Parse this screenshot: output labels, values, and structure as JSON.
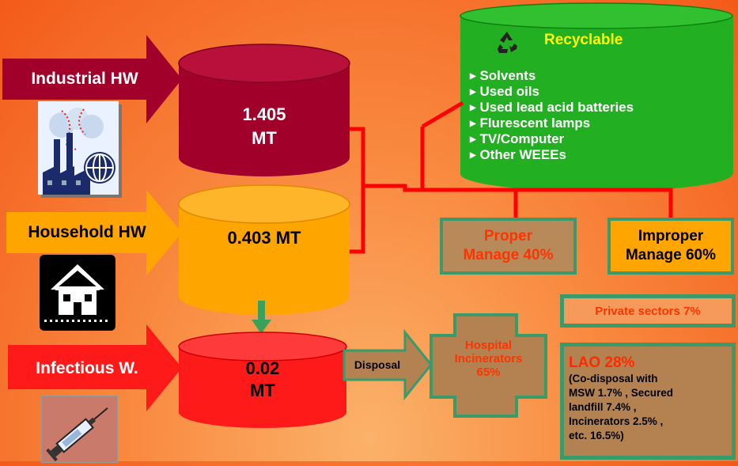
{
  "sources": {
    "industrial": {
      "label": "Industrial HW",
      "amount_line1": "1.405",
      "amount_line2": "MT",
      "icon": "factory-globe-icon"
    },
    "household": {
      "label": "Household HW",
      "amount": "0.403 MT",
      "icon": "house-icon"
    },
    "infectious": {
      "label": "Infectious W.",
      "amount_line1": "0.02",
      "amount_line2": "MT",
      "icon": "syringe-icon"
    }
  },
  "recyclable": {
    "title": "Recyclable",
    "icon": "recycle-icon",
    "items": [
      "Solvents",
      "Used oils",
      "Used lead acid batteries",
      "Flurescent lamps",
      "TV/Computer",
      "Other WEEEs"
    ]
  },
  "management": {
    "proper": {
      "line1": "Proper",
      "line2": "Manage 40%"
    },
    "improper": {
      "line1": "Improper",
      "line2": "Manage 60%"
    }
  },
  "disposal": {
    "arrow_label": "Disposal",
    "hospital": {
      "line1": "Hospital",
      "line2": "Incinerators",
      "line3": "65%"
    },
    "private": "Private sectors 7%",
    "lao": {
      "title": "LAO 28%",
      "lines": [
        "(Co-disposal with",
        "MSW 1.7% , Secured",
        "landfill 7.4% ,",
        "Incinerators 2.5% ,",
        "etc. 16.5%)"
      ]
    }
  },
  "colors": {
    "industrial": "#a0002a",
    "household": "#ffa500",
    "infectious": "#ff1a1a",
    "recyclable": "#22b022",
    "connector": "#ff0000",
    "proper_text": "#ff3300",
    "mgmt_box": "#b88a5a",
    "box_border": "#3a9a6a",
    "lao_text": "#ff2a00"
  }
}
